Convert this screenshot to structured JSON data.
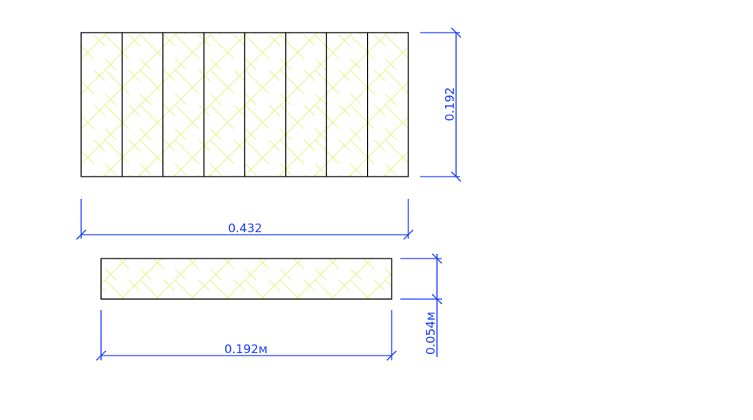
{
  "drawing": {
    "top_view": {
      "board_count": 8,
      "width_label": "0.432",
      "height_label": "0.192"
    },
    "section_view": {
      "width_label": "0.192м",
      "height_label": "0.054м"
    },
    "colors": {
      "dimension": "#1a3cff",
      "hatch": "#e4f58c",
      "outline": "#000000"
    }
  }
}
